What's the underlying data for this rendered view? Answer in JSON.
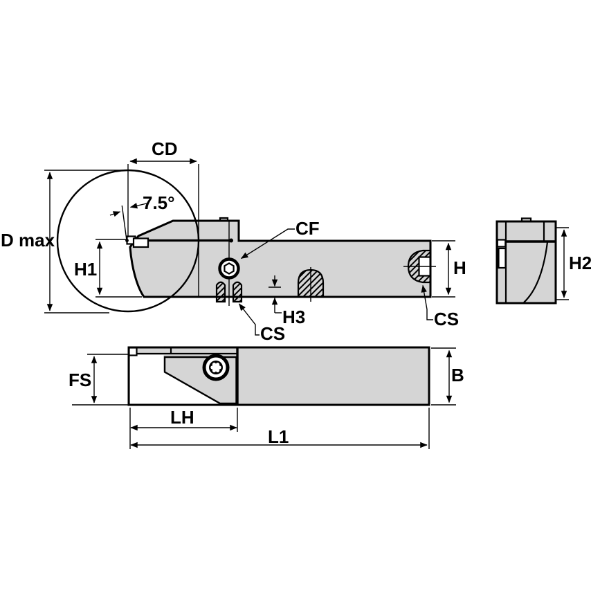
{
  "drawing": {
    "description": "Technical dimension drawing of a face-grooving / cut-off toolholder shown in side view, end view and top view",
    "colors": {
      "body_fill": "#d5d5d5",
      "line_color": "#000000",
      "background": "#ffffff"
    },
    "labels": {
      "cd": "CD",
      "angle": "7.5°",
      "d_max": "D max",
      "h1": "H1",
      "cf": "CF",
      "h3": "H3",
      "cs_left": "CS",
      "cs_right": "CS",
      "h": "H",
      "h2": "H2",
      "fs": "FS",
      "lh": "LH",
      "l1": "L1",
      "b": "B"
    }
  }
}
